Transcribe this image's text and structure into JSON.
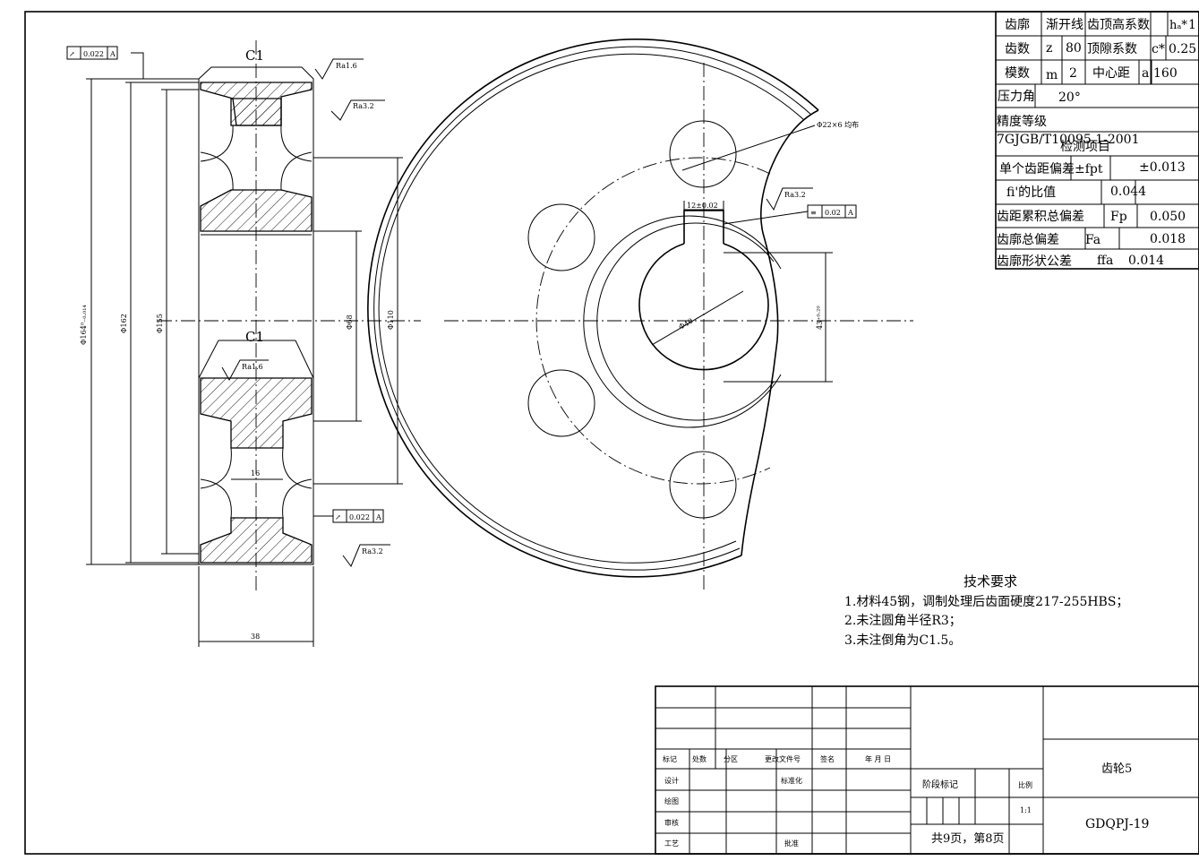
{
  "left_view": {
    "chamfer_top": "C1",
    "chamfer_mid": "C1",
    "ra_top": "Ra1.6",
    "ra_upper": "Ra3.2",
    "ra_mid": "Ra1.6",
    "ra_bottom": "Ra3.2",
    "runout_top": "0.022",
    "runout_bottom": "0.022",
    "datum": "A",
    "runout_symbol": "↗",
    "dim_od": "Φ164⁰₋₀.₀₁₄",
    "dim_162": "Φ162",
    "dim_155": "Φ155",
    "dim_68": "Φ68",
    "dim_110": "Φ110",
    "dim_16": "16",
    "dim_38": "38"
  },
  "right_view": {
    "holes_note": "Φ22×6 均布",
    "ra_key": "Ra3.2",
    "sym_tol": "0.02",
    "sym_symbol": "≡",
    "datum": "A",
    "key_width": "12±0.02",
    "bore_dim": "Φ40",
    "key_depth": "43⁺⁰·²⁰"
  },
  "param_table": {
    "rows": [
      [
        "齿廓",
        "渐开线",
        "齿顶高系数",
        "hₐ*",
        "1"
      ],
      [
        "齿数",
        "z",
        "80",
        "顶隙系数",
        "c*",
        "0.25"
      ],
      [
        "模数",
        "m",
        "2",
        "中心距",
        "a",
        "160"
      ],
      [
        "压力角",
        "20°"
      ],
      [
        "精度等级"
      ],
      [
        "7GJGB/T10095.1-2001",
        "检测项目"
      ],
      [
        "单个齿距偏差",
        "±fpt",
        "±0.013"
      ],
      [
        "fi'的比值",
        "0.044"
      ],
      [
        "齿距累积总偏差",
        "Fp",
        "0.050"
      ],
      [
        "齿廓总偏差",
        "Fa",
        "0.018"
      ],
      [
        "齿廓形状公差",
        "ffa",
        "0.014"
      ]
    ]
  },
  "tech_req": {
    "title": "技术要求",
    "items": [
      "1.材料45钢，调制处理后齿面硬度217-255HBS；",
      "2.未注圆角半径R3；",
      "3.未注倒角为C1.5。"
    ]
  },
  "title_block": {
    "col_labels": [
      "标记",
      "处数",
      "分区",
      "更改文件号",
      "签名",
      "年 月 日"
    ],
    "roles": [
      "设计",
      "绘图",
      "审核",
      "工艺"
    ],
    "standardize": "标准化",
    "approve": "批准",
    "stage_mark": "阶段标记",
    "scale_label": "比例",
    "scale": "1:1",
    "pages": "共9页，第8页",
    "part_name": "齿轮5",
    "drawing_no": "GDQPJ-19"
  }
}
